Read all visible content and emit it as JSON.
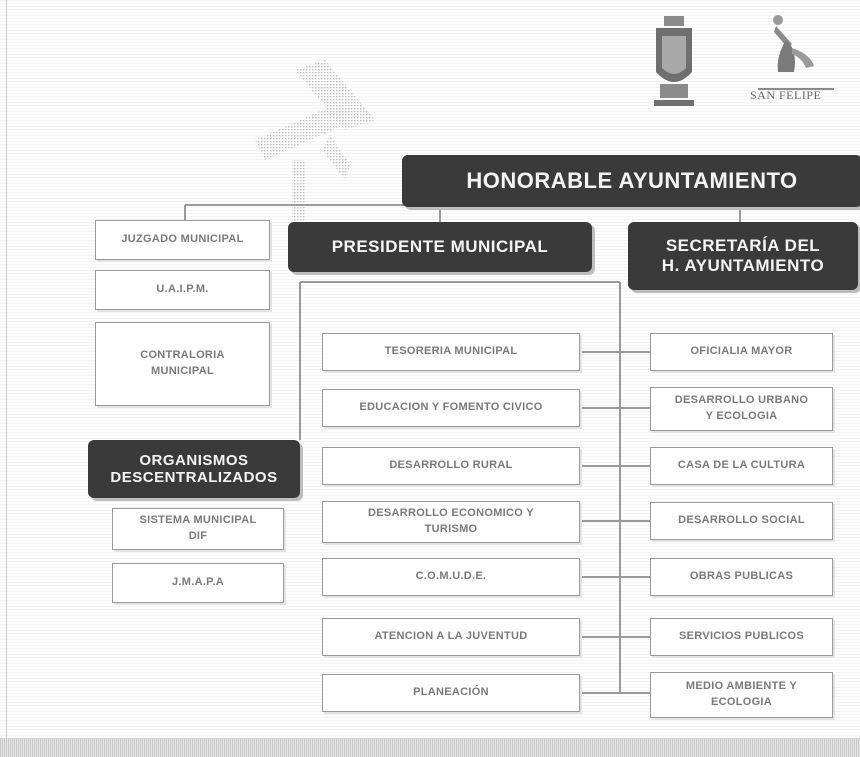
{
  "header": {
    "logo_right_text": "SAN FELIPE"
  },
  "top": {
    "honorable": "HONORABLE AYUNTAMIENTO"
  },
  "main": {
    "presidente": "PRESIDENTE MUNICIPAL",
    "secretaria": "SECRETARÍA DEL\nH. AYUNTAMIENTO",
    "organismos": "ORGANISMOS\nDESCENTRALIZADOS"
  },
  "left_column": [
    "JUZGADO MUNICIPAL",
    "U.A.I.P.M.",
    "CONTRALORIA\nMUNICIPAL"
  ],
  "organismos_children": [
    "SISTEMA MUNICIPAL\nDIF",
    "J.M.A.P.A"
  ],
  "center_column": [
    "TESORERIA MUNICIPAL",
    "EDUCACION Y FOMENTO CIVICO",
    "DESARROLLO RURAL",
    "DESARROLLO ECONOMICO Y\nTURISMO",
    "C.O.M.U.D.E.",
    "ATENCION A LA JUVENTUD",
    "PLANEACIÓN"
  ],
  "right_column": [
    "OFICIALIA  MAYOR",
    "DESARROLLO URBANO\nY ECOLOGIA",
    "CASA DE LA CULTURA",
    "DESARROLLO SOCIAL",
    "OBRAS PUBLICAS",
    "SERVICIOS PUBLICOS",
    "MEDIO AMBIENTE Y\nECOLOGIA"
  ],
  "colors": {
    "dark_box": "#3a3a3a",
    "connector": "#9a9a9a",
    "text_light": "#7a7a7a"
  }
}
